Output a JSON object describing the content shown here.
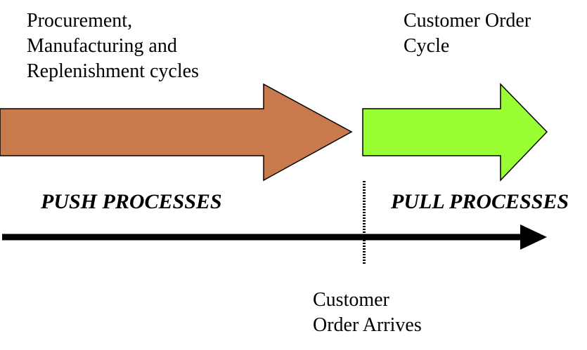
{
  "push_cycle_label": {
    "line1": "Procurement,",
    "line2": "Manufacturing and",
    "line3": "Replenishment cycles"
  },
  "pull_cycle_label": {
    "line1": "Customer Order",
    "line2": "Cycle"
  },
  "push_processes_label": "PUSH PROCESSES",
  "pull_processes_label": "PULL PROCESSES",
  "order_arrives_label": {
    "line1": "Customer",
    "line2": "Order Arrives"
  },
  "colors": {
    "push_arrow": "#C87A4C",
    "pull_arrow": "#99FF33",
    "timeline": "#000000"
  }
}
